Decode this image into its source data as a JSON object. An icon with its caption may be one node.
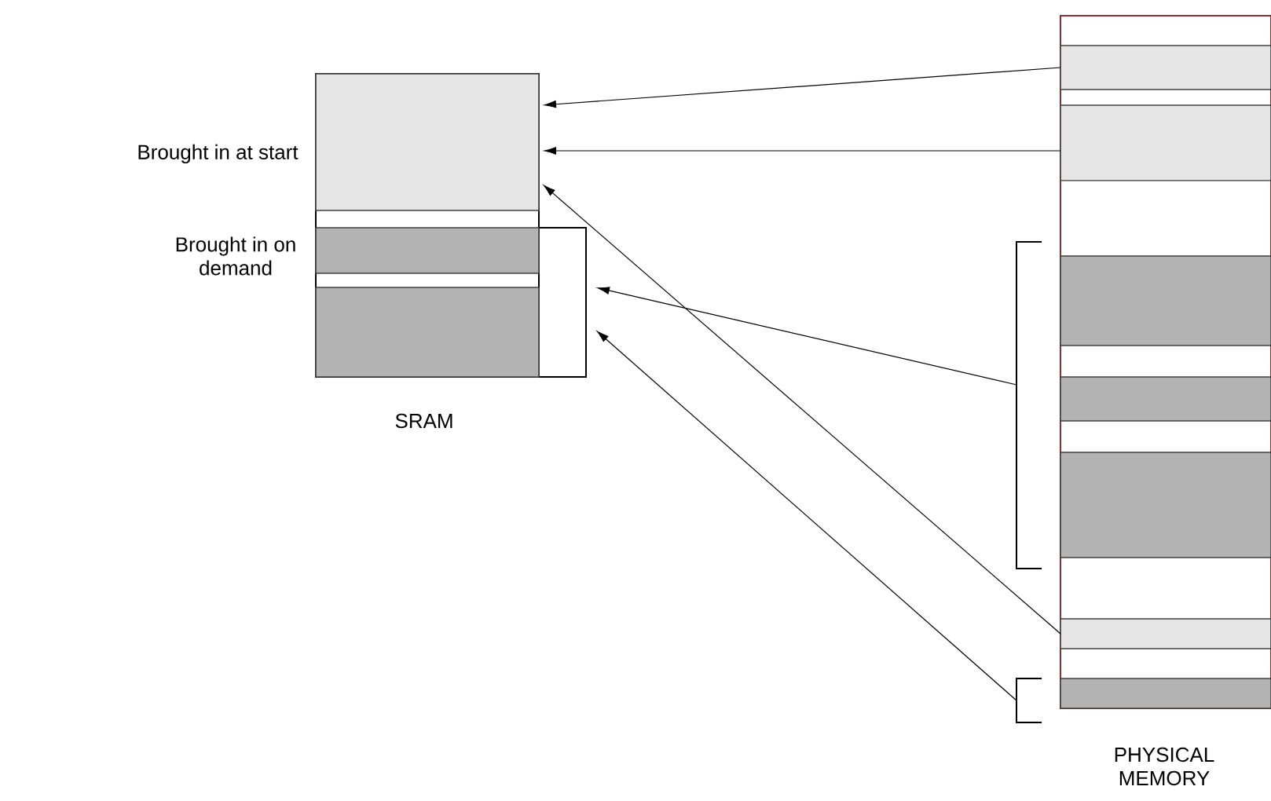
{
  "diagram": {
    "nodes": [
      {
        "text": [
          "SRAM"
        ]
      },
      {
        "text": [],
        "shape": "box",
        "in": 0
      },
      {
        "text": [],
        "shape": "box",
        "in": 0
      },
      {
        "text": [],
        "shape": "box",
        "in": 0
      },
      {
        "text": [],
        "shape": "bracket"
      },
      {
        "text": [
          "PHYSICAL MEMORY"
        ]
      },
      {
        "text": [],
        "shape": "box",
        "in": 5
      },
      {
        "text": [],
        "shape": "box",
        "in": 5
      },
      {
        "text": [],
        "shape": "bracket"
      },
      {
        "text": [],
        "shape": "box",
        "in": 5
      },
      {
        "text": [],
        "shape": "box",
        "in": 5
      },
      {
        "text": [],
        "shape": "box",
        "in": 5
      },
      {
        "text": [],
        "shape": "box",
        "in": 5
      },
      {
        "text": [],
        "shape": "bracket"
      },
      {
        "text": [],
        "shape": "box",
        "in": 5
      }
    ],
    "edges": [
      {
        "from": 6,
        "to": 1,
        "arrow": "to"
      },
      {
        "from": 7,
        "to": 1,
        "arrow": "to"
      },
      {
        "from": 12,
        "to": 1,
        "arrow": "to"
      },
      {
        "from": 8,
        "to": 4,
        "arrow": "to"
      },
      {
        "from": 13,
        "to": 4,
        "arrow": "to"
      }
    ],
    "labels": [
      "Brought in at start",
      "Brought in on demand"
    ]
  }
}
